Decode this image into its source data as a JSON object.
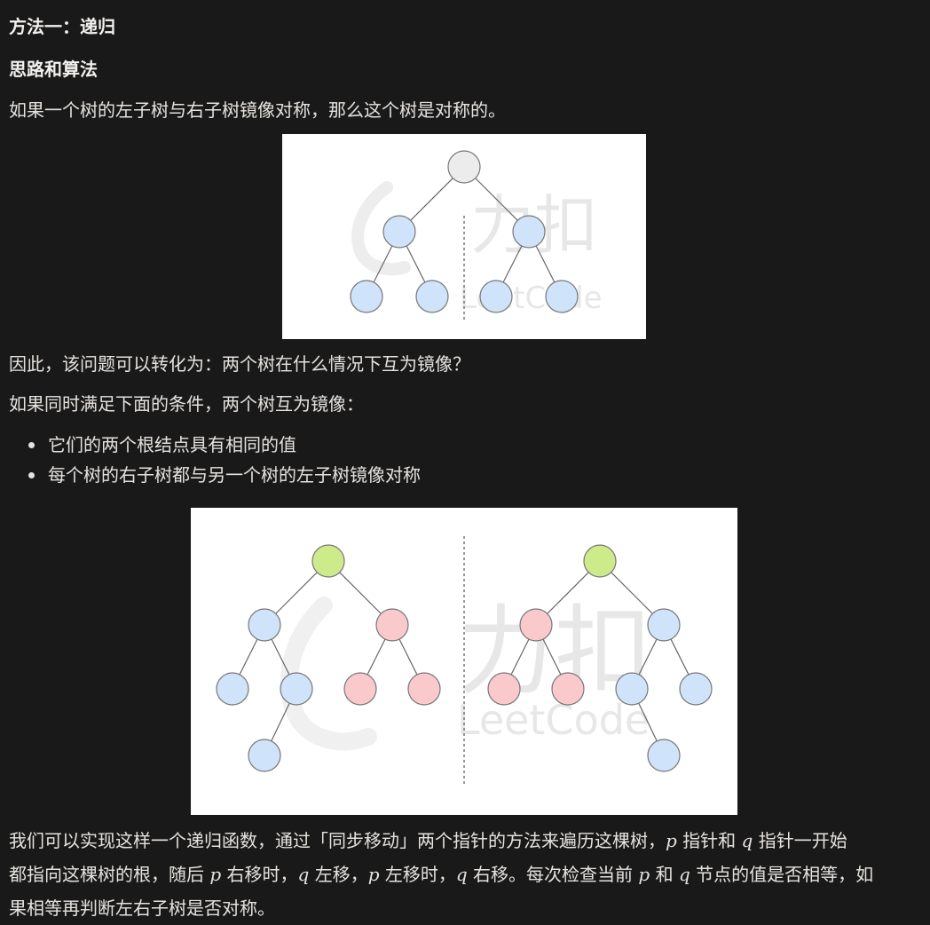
{
  "heading": "方法一：递归",
  "subheading": "思路和算法",
  "intro": "如果一个树的左子树与右子树镜像对称，那么这个树是对称的。",
  "question": "因此，该问题可以转化为：两个树在什么情况下互为镜像？",
  "conditions_intro": "如果同时满足下面的条件，两个树互为镜像：",
  "conditions": [
    "它们的两个根结点具有相同的值",
    "每个树的右子树都与另一个树的左子树镜像对称"
  ],
  "watermark": {
    "cn": "力扣",
    "en": "LeetCode"
  },
  "paragraph": {
    "l1_a": "我们可以实现这样一个递归函数，通过「同步移动」两个指针的方法来遍历这棵树，",
    "l1_p": "p",
    "l1_b": " 指针和 ",
    "l1_q": "q",
    "l1_c": " 指针一开始",
    "l2_a": "都指向这棵树的根，随后 ",
    "l2_p": "p",
    "l2_b": " 右移时，",
    "l2_q": "q",
    "l2_c": " 左移，",
    "l2_p2": "p",
    "l2_d": " 左移时，",
    "l2_q2": "q",
    "l2_e": " 右移。每次检查当前 ",
    "l2_p3": "p",
    "l2_f": " 和 ",
    "l2_q3": "q",
    "l2_g": " 节点的值是否相等，如",
    "l3": "果相等再判断左右子树是否对称。"
  },
  "colors": {
    "root_gray": "#ececec",
    "node_blue": "#cfe3fb",
    "node_pink": "#f9c9cc",
    "root_green": "#cdeb8b",
    "stroke": "#777777"
  }
}
